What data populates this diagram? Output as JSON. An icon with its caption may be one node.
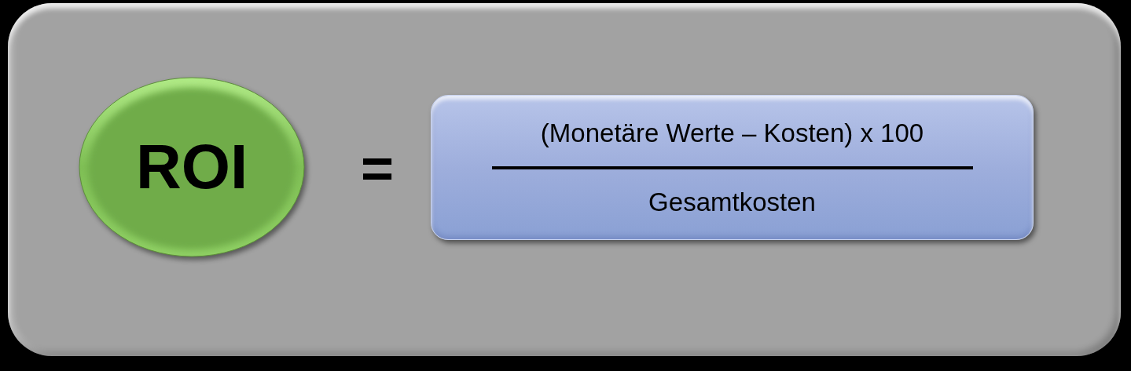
{
  "diagram": {
    "nodes": [
      {
        "text": [],
        "shape": "box"
      },
      {
        "text": [
          "ROI"
        ],
        "in": 0
      },
      {
        "text": [
          "(Monetäre Werte – Kosten) x 100",
          "Gesamtkosten"
        ],
        "in": 0
      }
    ],
    "labels": [
      "="
    ]
  }
}
